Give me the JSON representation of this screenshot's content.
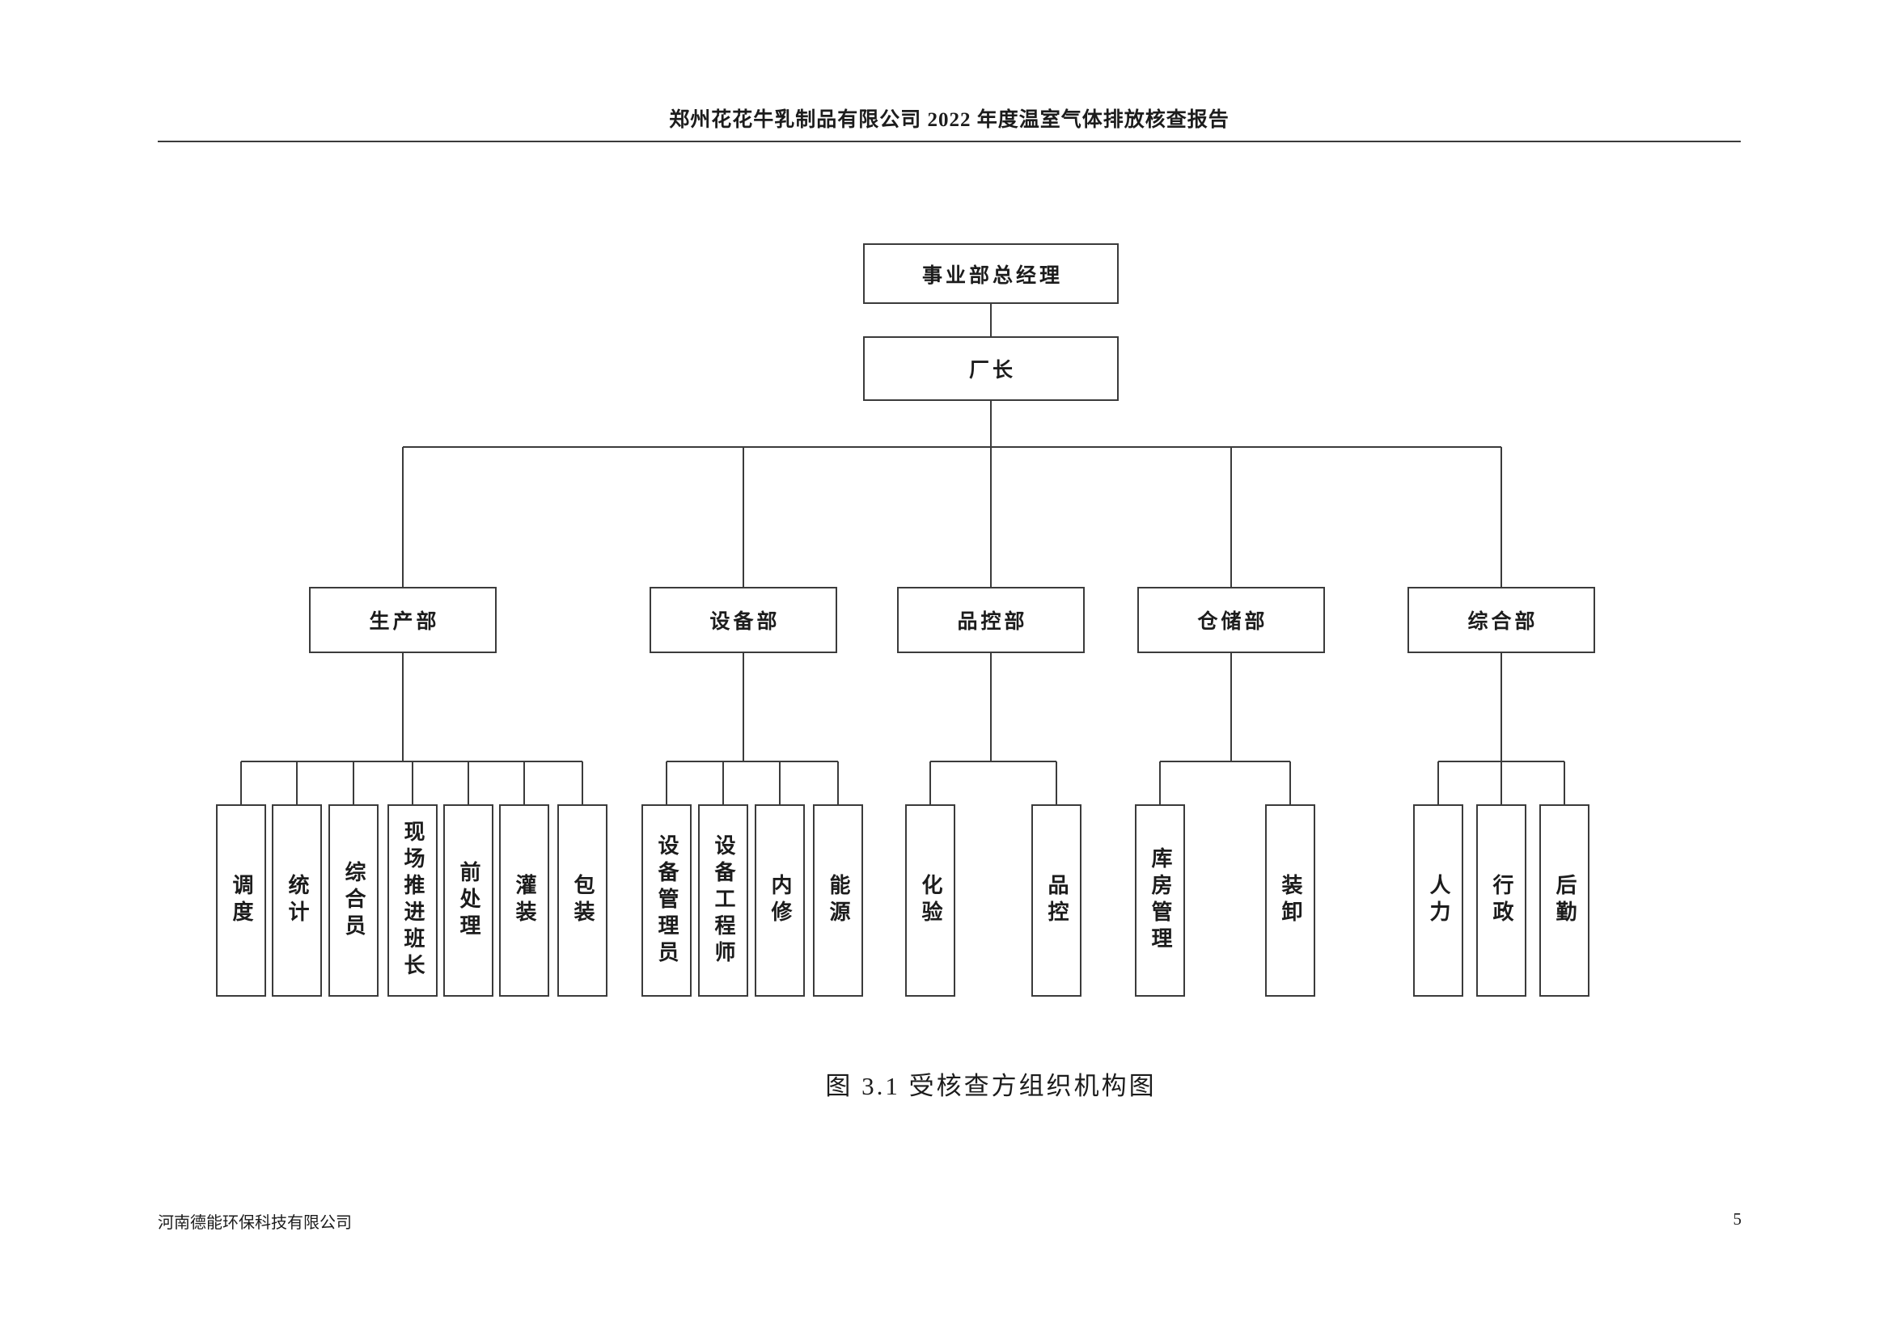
{
  "header": {
    "title": "郑州花花牛乳制品有限公司 2022 年度温室气体排放核查报告"
  },
  "chart": {
    "type": "org-chart",
    "root": "事业部总经理",
    "director": "厂长",
    "departments": [
      {
        "label": "生产部",
        "children": [
          "调度",
          "统计",
          "综合员",
          "现场推进班长",
          "前处理",
          "灌装",
          "包装"
        ]
      },
      {
        "label": "设备部",
        "children": [
          "设备管理员",
          "设备工程师",
          "内修",
          "能源"
        ]
      },
      {
        "label": "品控部",
        "children": [
          "化验",
          "品控"
        ]
      },
      {
        "label": "仓储部",
        "children": [
          "库房管理",
          "装卸"
        ]
      },
      {
        "label": "综合部",
        "children": [
          "人力",
          "行政",
          "后勤"
        ]
      }
    ]
  },
  "caption": "图 3.1 受核查方组织机构图",
  "footer": {
    "company": "河南德能环保科技有限公司",
    "page_number": "5"
  }
}
